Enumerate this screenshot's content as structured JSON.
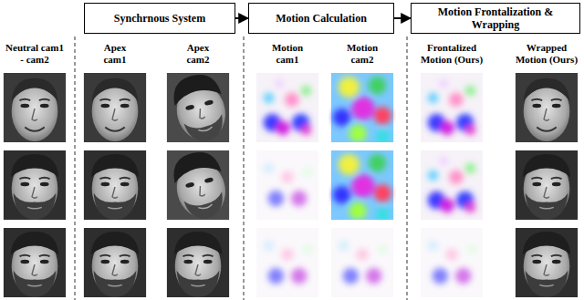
{
  "diagram": {
    "nodes": [
      {
        "text": [
          "Synchrnous System"
        ]
      },
      {
        "text": [
          "Motion Calculation"
        ]
      },
      {
        "text": [
          "Motion Frontalization & Wrapping"
        ]
      }
    ],
    "edges": [
      {
        "from": 0,
        "to": 1,
        "arrow": "to"
      },
      {
        "from": 1,
        "to": 2,
        "arrow": "to"
      }
    ],
    "labels": [
      "Neutral cam1 - cam2",
      "Apex cam1",
      "Apex cam2",
      "Motion cam1",
      "Motion cam2",
      "Frontalized Motion (Ours)",
      "Wrapped Motion (Ours)"
    ]
  }
}
